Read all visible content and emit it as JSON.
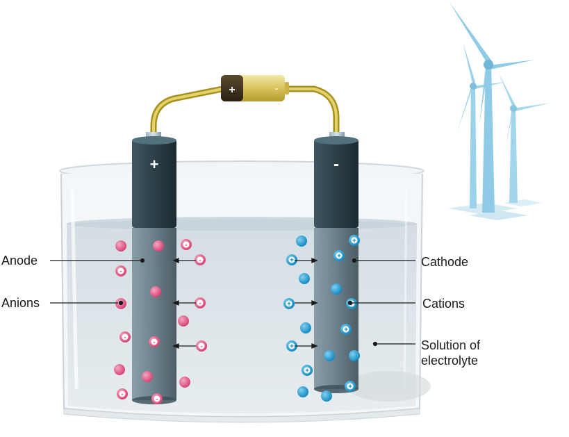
{
  "battery": {
    "positive_sign": "+",
    "negative_sign": "-"
  },
  "electrodes": {
    "left_sign": "+",
    "right_sign": "-"
  },
  "labels": {
    "anode": "Anode",
    "anions": "Anions",
    "cathode": "Cathode",
    "cations": "Cations",
    "solution_line1": "Solution of",
    "solution_line2": "electrolyte"
  },
  "ion_signs": {
    "anion": "-",
    "cation": "+"
  },
  "colors": {
    "anion": "#e0517f",
    "cation": "#1f9ed4",
    "electrode": "#4c6470",
    "wire": "#c9b23a",
    "turbine": "#8fcbe6"
  }
}
